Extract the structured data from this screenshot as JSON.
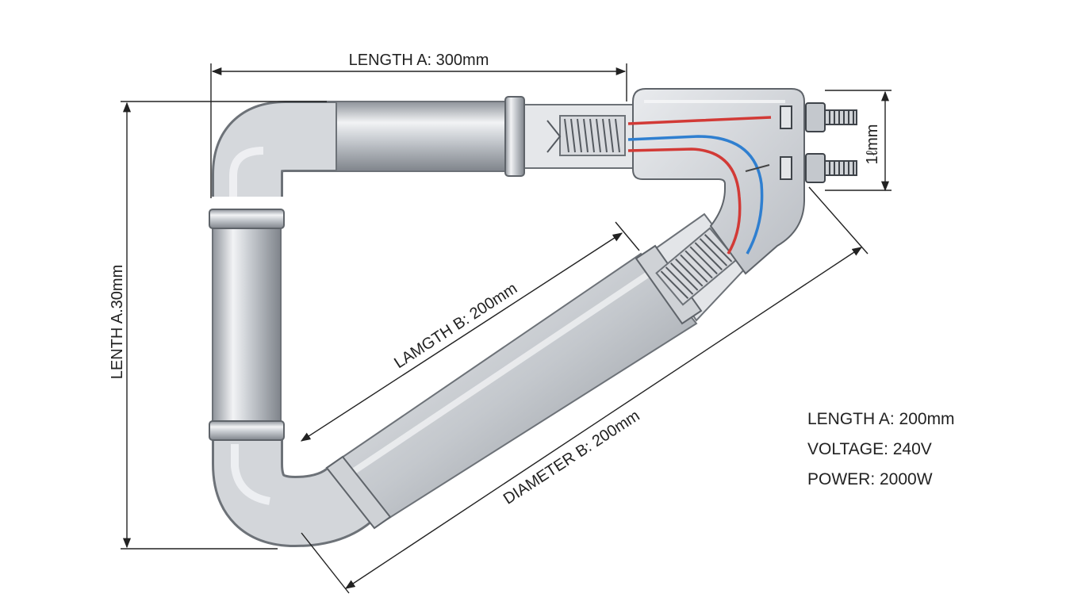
{
  "dimensions": {
    "top_length": "LENGTH A: 300mm",
    "left_length": "LENTH A.30mm",
    "diagonal_length": "LAMGTH B: 200mm",
    "diameter": "DIAMETER B: 200mm",
    "terminal_height": "1ℓmm"
  },
  "specs": [
    "LENGTH A: 200mm",
    "VOLTAGE: 240V",
    "POWER: 2000W"
  ],
  "colors": {
    "line": "#222222",
    "wire_live": "#d23a36",
    "wire_neutral": "#2f7fd0",
    "metal_light": "#f2f3f5",
    "metal_dark": "#8e939a"
  },
  "icons": [
    "terminal-stud-icon",
    "heating-coil-icon"
  ]
}
